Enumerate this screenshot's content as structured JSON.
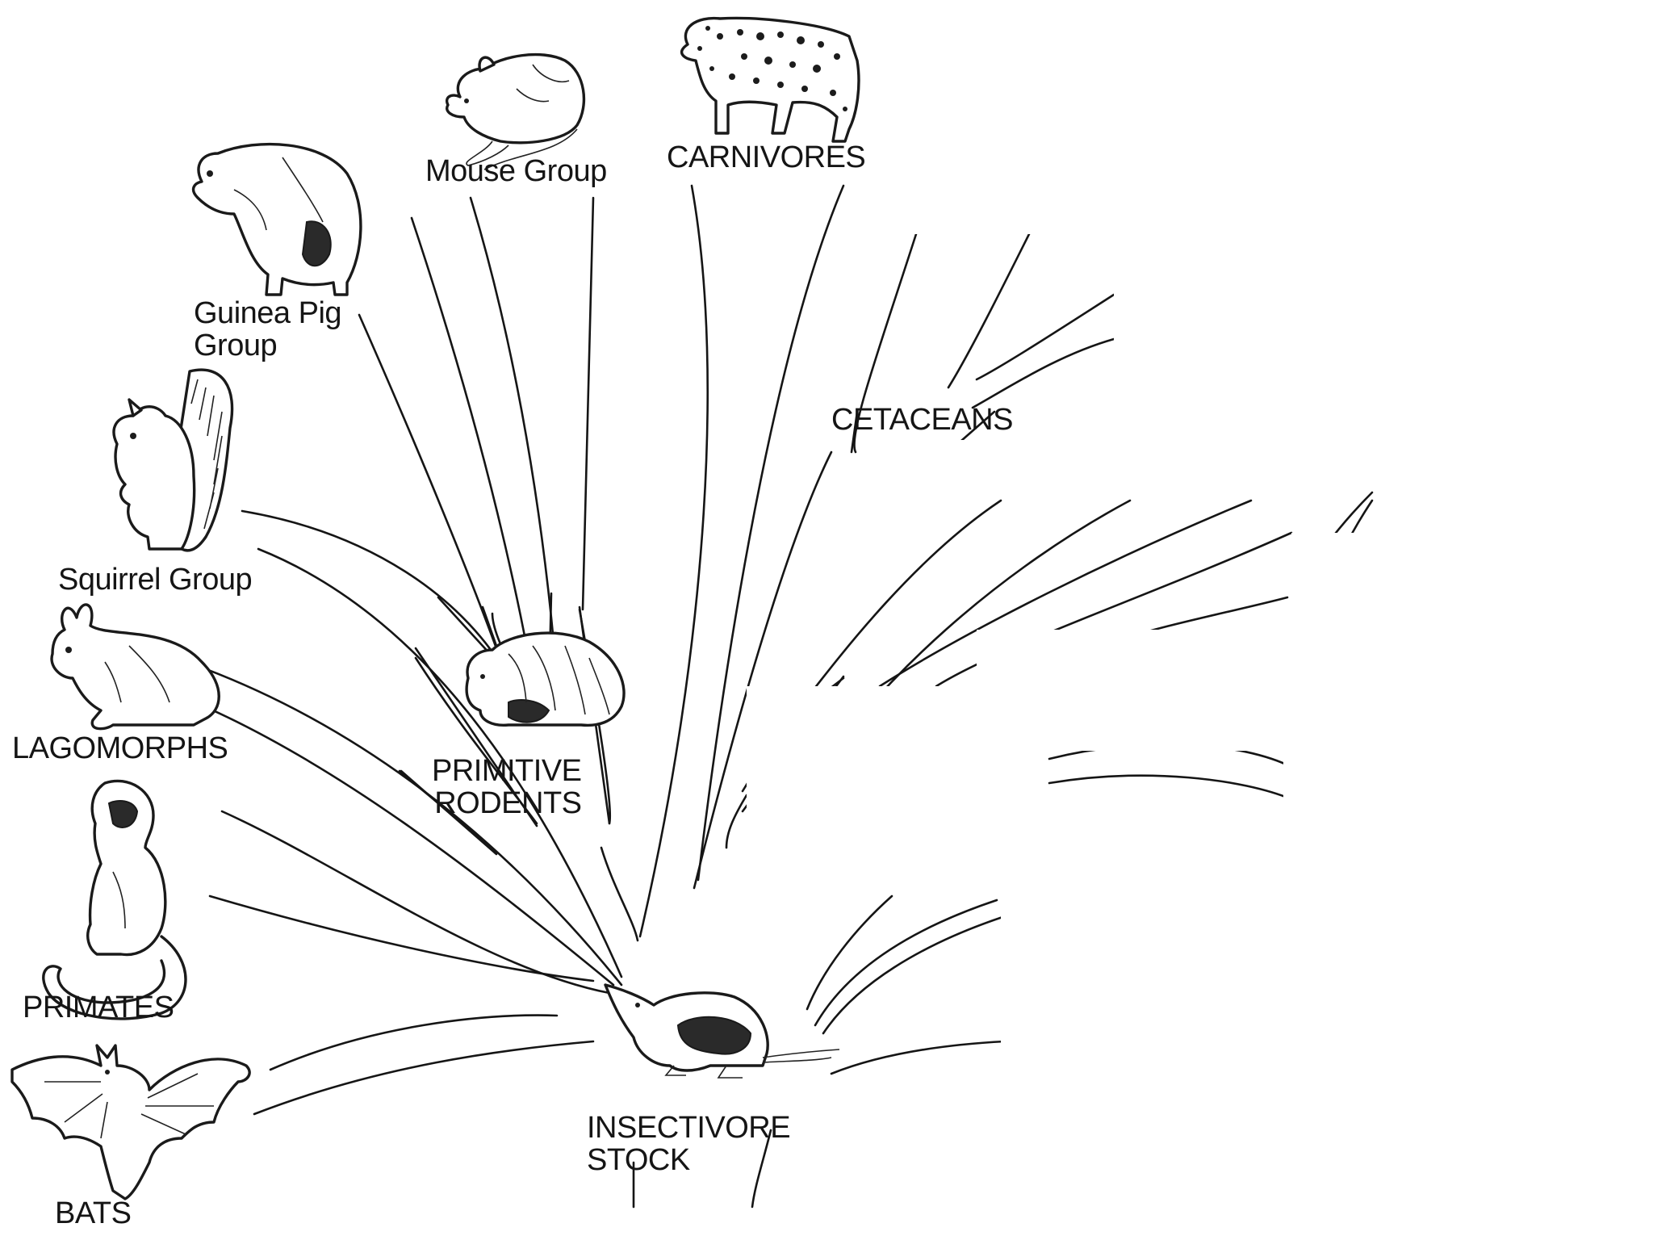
{
  "diagram": {
    "root_label": "INSECTIVORE\nSTOCK",
    "groups": [
      {
        "id": "carnivores",
        "label": "CARNIVORES"
      },
      {
        "id": "mouse",
        "label": "Mouse Group"
      },
      {
        "id": "guinea-pig",
        "label": "Guinea Pig\nGroup"
      },
      {
        "id": "squirrel",
        "label": "Squirrel Group"
      },
      {
        "id": "lagomorphs",
        "label": "LAGOMORPHS"
      },
      {
        "id": "primitive-rodents",
        "label": "PRIMITIVE\nRODENTS"
      },
      {
        "id": "primates",
        "label": "PRIMATES"
      },
      {
        "id": "bats",
        "label": "BATS"
      },
      {
        "id": "cetaceans",
        "label": "CETACEANS"
      }
    ],
    "icons": {
      "leopard": "leopard-icon",
      "mouse": "mouse-icon",
      "guinea-pig": "guinea-pig-icon",
      "squirrel": "squirrel-icon",
      "rabbit": "rabbit-icon",
      "monkey": "monkey-icon",
      "bat": "bat-icon",
      "rodent": "primitive-rodent-icon",
      "shrew": "shrew-icon"
    },
    "colors": {
      "ink": "#151515",
      "paper": "#ffffff"
    }
  }
}
